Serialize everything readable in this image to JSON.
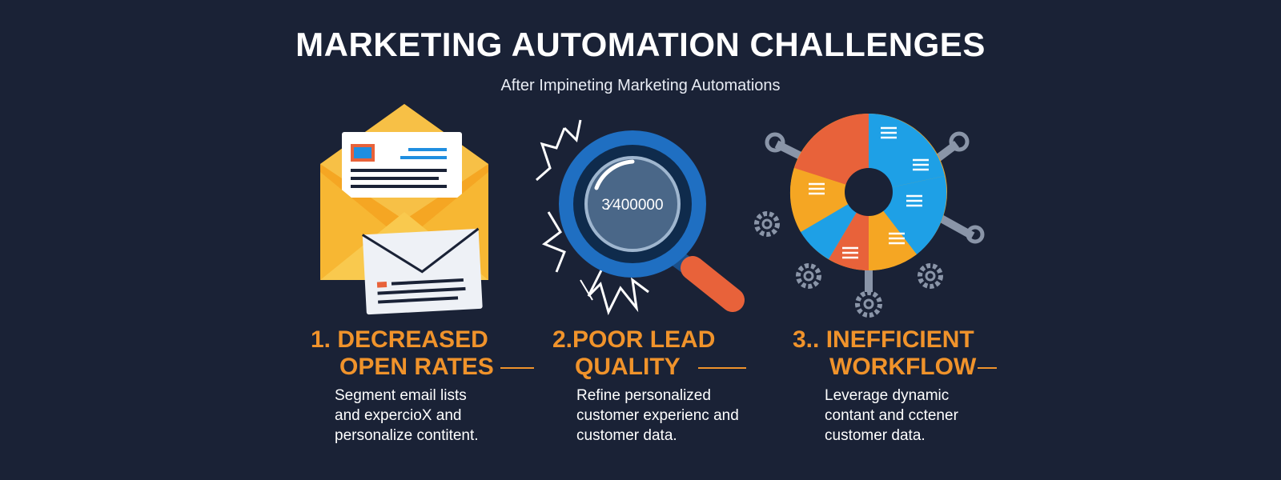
{
  "header": {
    "title": "MARKETING AUTOMATION CHALLENGES",
    "subtitle": "After Impineting Marketing Automations"
  },
  "challenges": [
    {
      "number": "1.",
      "heading_line1": "DECREASED",
      "heading_line2": "OPEN RATES",
      "desc_lines": [
        "Segment email lists",
        "and expercioX and",
        "personalize contitent."
      ],
      "icon": "envelope-icon"
    },
    {
      "number": "2.",
      "heading_line1": "POOR LEAD",
      "heading_line2": "QUALITY",
      "desc_lines": [
        "Refine personalized",
        "customer experienc and",
        "customer data."
      ],
      "lens_text": "3∕400000",
      "icon": "magnifier-icon"
    },
    {
      "number": "3..",
      "heading_line1": "INEFFICIENT",
      "heading_line2": "WORKFLOW",
      "desc_lines": [
        "Leverage dynamic",
        "contant and cctener",
        "customer data."
      ],
      "icon": "pie-chart-icon"
    }
  ],
  "colors": {
    "background": "#1a2236",
    "accent_orange": "#f0932b",
    "envelope_yellow": "#f7b733",
    "blue": "#1f8ee0",
    "red_orange": "#e8623a"
  }
}
